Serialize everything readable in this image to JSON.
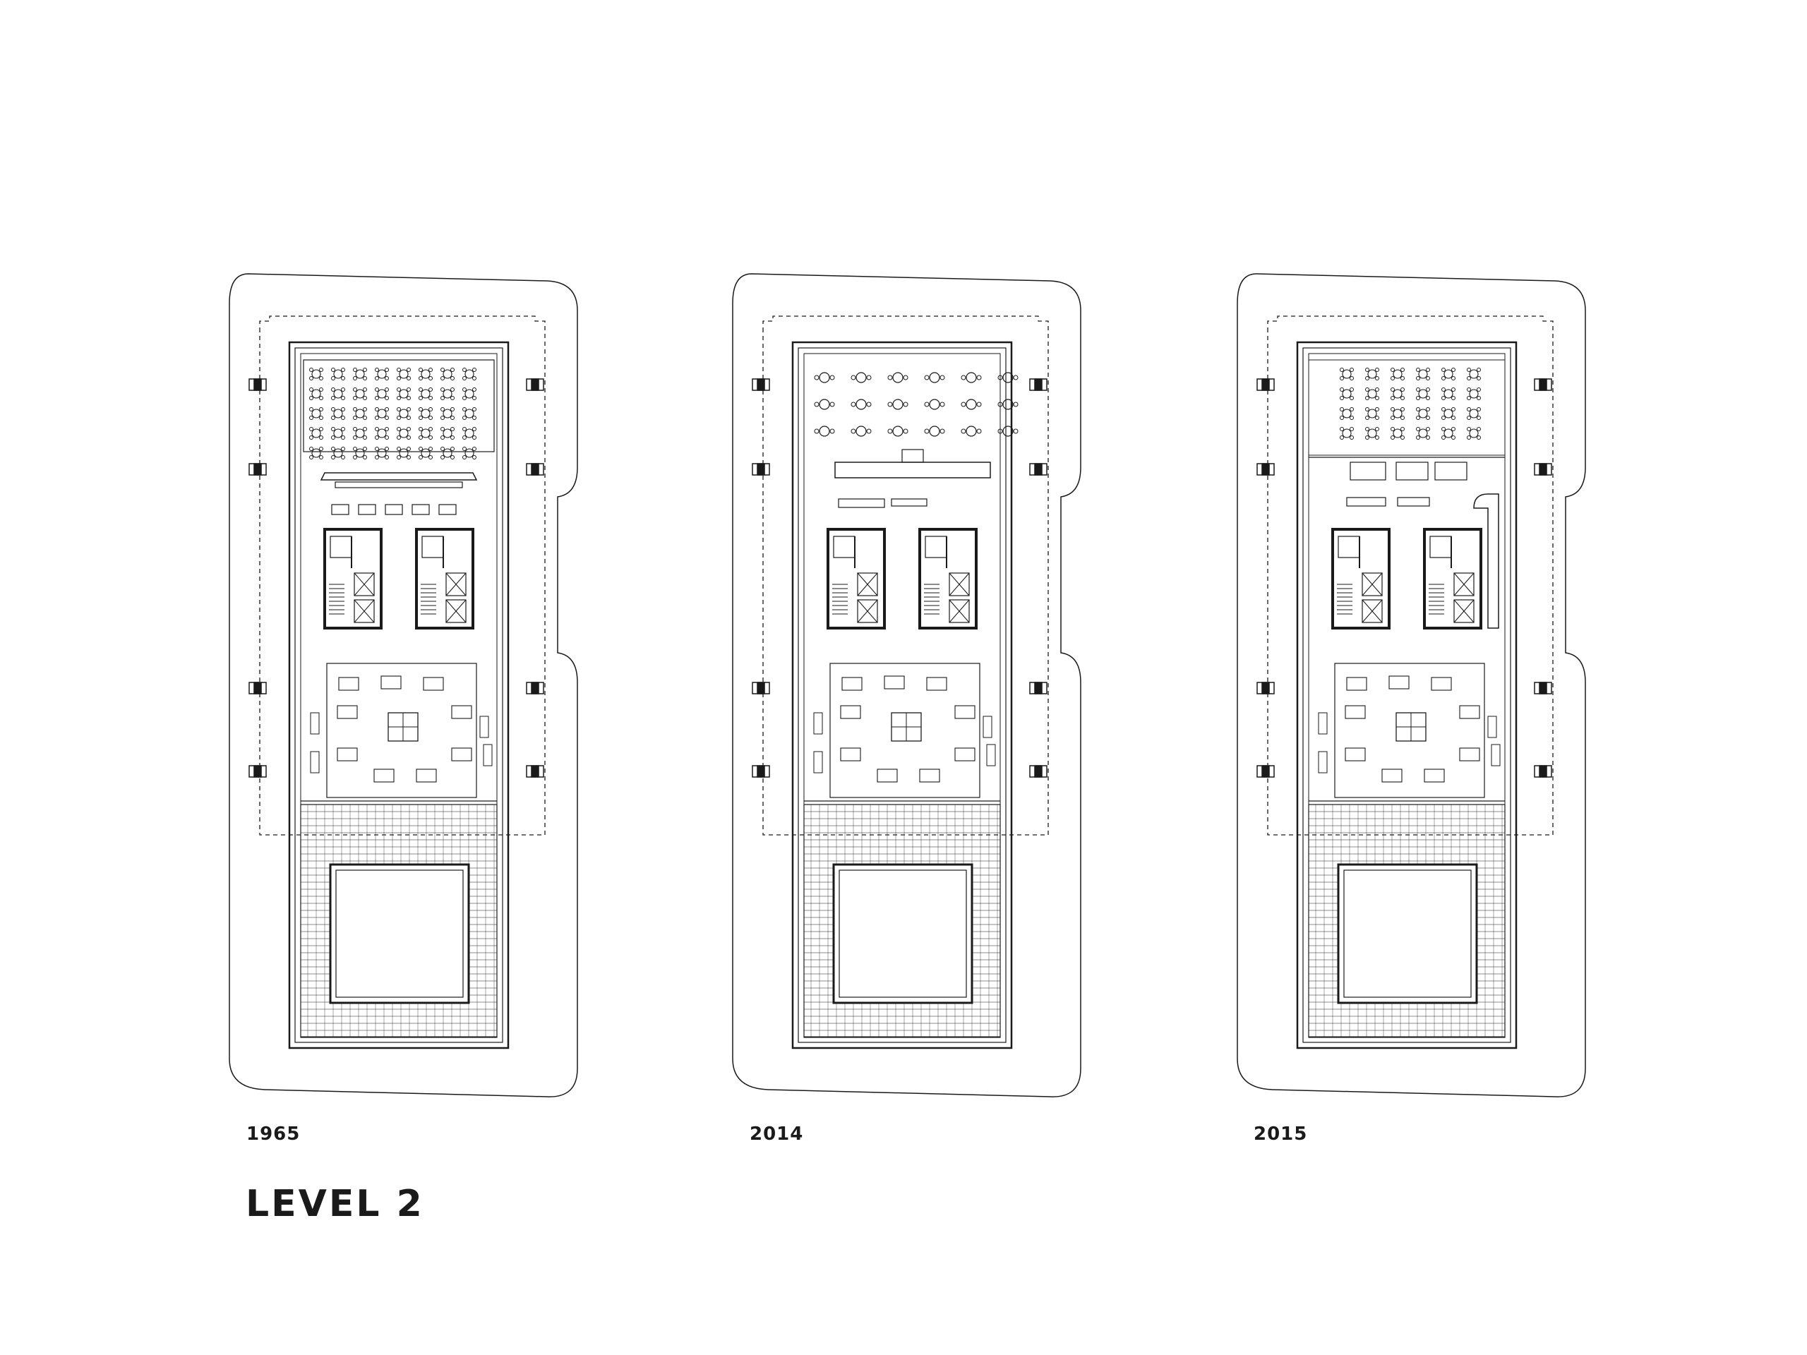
{
  "plans": [
    {
      "year": "1965",
      "layout": "banquet"
    },
    {
      "year": "2014",
      "layout": "dining"
    },
    {
      "year": "2015",
      "layout": "banquet-bar"
    }
  ],
  "title": "LEVEL 2",
  "colors": {
    "ink": "#1a1a1a",
    "paper": "#ffffff",
    "hatch": "#555555"
  }
}
